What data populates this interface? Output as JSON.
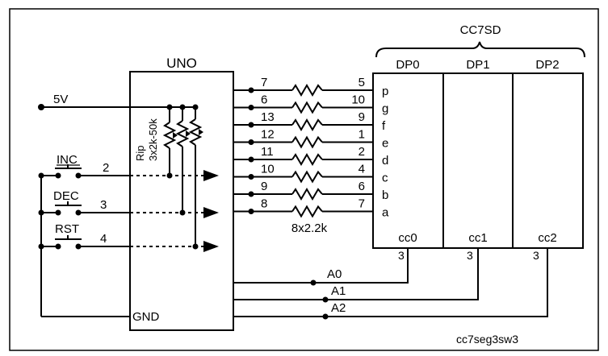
{
  "mcu": {
    "title": "UNO",
    "gnd": "GND"
  },
  "power": {
    "label": "5V"
  },
  "pot": {
    "line1": "Rip",
    "line2": "3x2k-50k"
  },
  "buttons": [
    {
      "label": "INC",
      "pin": "2"
    },
    {
      "label": "DEC",
      "pin": "3"
    },
    {
      "label": "RST",
      "pin": "4"
    }
  ],
  "resistors": {
    "label": "8x2.2k"
  },
  "segments": [
    {
      "uno_pin": "7",
      "disp_pin": "5",
      "seg": "p"
    },
    {
      "uno_pin": "6",
      "disp_pin": "10",
      "seg": "g"
    },
    {
      "uno_pin": "13",
      "disp_pin": "9",
      "seg": "f"
    },
    {
      "uno_pin": "12",
      "disp_pin": "1",
      "seg": "e"
    },
    {
      "uno_pin": "11",
      "disp_pin": "2",
      "seg": "d"
    },
    {
      "uno_pin": "10",
      "disp_pin": "4",
      "seg": "c"
    },
    {
      "uno_pin": "9",
      "disp_pin": "6",
      "seg": "b"
    },
    {
      "uno_pin": "8",
      "disp_pin": "7",
      "seg": "a"
    }
  ],
  "display": {
    "title": "CC7SD",
    "digits": [
      {
        "name": "DP0",
        "cc": "cc0",
        "pin": "3",
        "line": "A0"
      },
      {
        "name": "DP1",
        "cc": "cc1",
        "pin": "3",
        "line": "A1"
      },
      {
        "name": "DP2",
        "cc": "cc2",
        "pin": "3",
        "line": "A2"
      }
    ]
  },
  "footer": {
    "label": "cc7seg3sw3"
  }
}
